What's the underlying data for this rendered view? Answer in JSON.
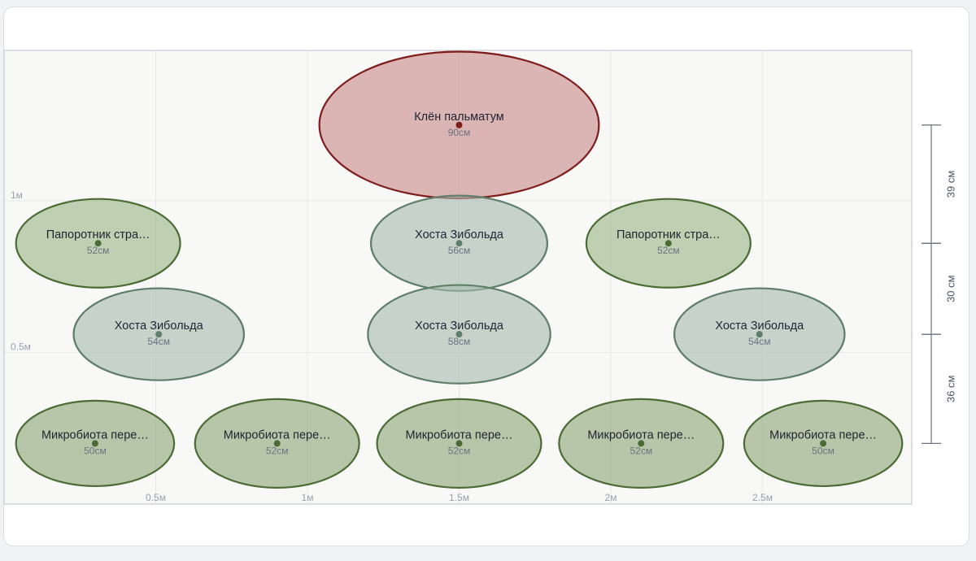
{
  "x_axis": {
    "unit_labels": [
      "0.5м",
      "1м",
      "1.5м",
      "2м",
      "2.5м"
    ],
    "values_m": [
      0.5,
      1.0,
      1.5,
      2.0,
      2.5
    ]
  },
  "y_axis": {
    "unit_labels": [
      "1м",
      "0.5м"
    ],
    "values_m": [
      1.0,
      0.5
    ]
  },
  "plants": [
    {
      "name": "Клён пальматум",
      "size": "90см",
      "kind": "maple",
      "x_m": 1.5,
      "y_m": 1.25,
      "diameter_cm": 90
    },
    {
      "name": "Папоротник стра…",
      "size": "52см",
      "kind": "fern",
      "x_m": 0.31,
      "y_m": 0.86,
      "diameter_cm": 52
    },
    {
      "name": "Хоста Зибольда",
      "size": "56см",
      "kind": "hosta",
      "x_m": 1.5,
      "y_m": 0.86,
      "diameter_cm": 56
    },
    {
      "name": "Папоротник стра…",
      "size": "52см",
      "kind": "fern",
      "x_m": 2.19,
      "y_m": 0.86,
      "diameter_cm": 52
    },
    {
      "name": "Хоста Зибольда",
      "size": "54см",
      "kind": "hosta",
      "x_m": 0.51,
      "y_m": 0.56,
      "diameter_cm": 54
    },
    {
      "name": "Хоста Зибольда",
      "size": "58см",
      "kind": "hosta",
      "x_m": 1.5,
      "y_m": 0.56,
      "diameter_cm": 58
    },
    {
      "name": "Хоста Зибольда",
      "size": "54см",
      "kind": "hosta",
      "x_m": 2.49,
      "y_m": 0.56,
      "diameter_cm": 54
    },
    {
      "name": "Микробиота пере…",
      "size": "50см",
      "kind": "microbiota",
      "x_m": 0.3,
      "y_m": 0.2,
      "diameter_cm": 50
    },
    {
      "name": "Микробиота пере…",
      "size": "52см",
      "kind": "microbiota",
      "x_m": 0.9,
      "y_m": 0.2,
      "diameter_cm": 52
    },
    {
      "name": "Микробиота пере…",
      "size": "52см",
      "kind": "microbiota",
      "x_m": 1.5,
      "y_m": 0.2,
      "diameter_cm": 52
    },
    {
      "name": "Микробиота пере…",
      "size": "52см",
      "kind": "microbiota",
      "x_m": 2.1,
      "y_m": 0.2,
      "diameter_cm": 52
    },
    {
      "name": "Микробиота пере…",
      "size": "50см",
      "kind": "microbiota",
      "x_m": 2.7,
      "y_m": 0.2,
      "diameter_cm": 50
    }
  ],
  "dimensions": [
    {
      "label": "39 см",
      "from_m": 1.25,
      "to_m": 0.86
    },
    {
      "label": "30 см",
      "from_m": 0.86,
      "to_m": 0.56
    },
    {
      "label": "36 см",
      "from_m": 0.56,
      "to_m": 0.2
    }
  ],
  "colors": {
    "maple_fill": "#c98b8b",
    "maple_stroke": "#7f1d1d",
    "fern_fill": "#9bb886",
    "fern_stroke": "#4a6b34",
    "hosta_fill": "#a8bcae",
    "hosta_stroke": "#5e7d6a",
    "microbiota_fill": "#8fa779",
    "microbiota_stroke": "#4a6b34",
    "grid_bg": "#f8f8f6",
    "grid_line": "#e6e7ea",
    "frame": "#cfd3da",
    "dim_line": "#6b7280"
  }
}
